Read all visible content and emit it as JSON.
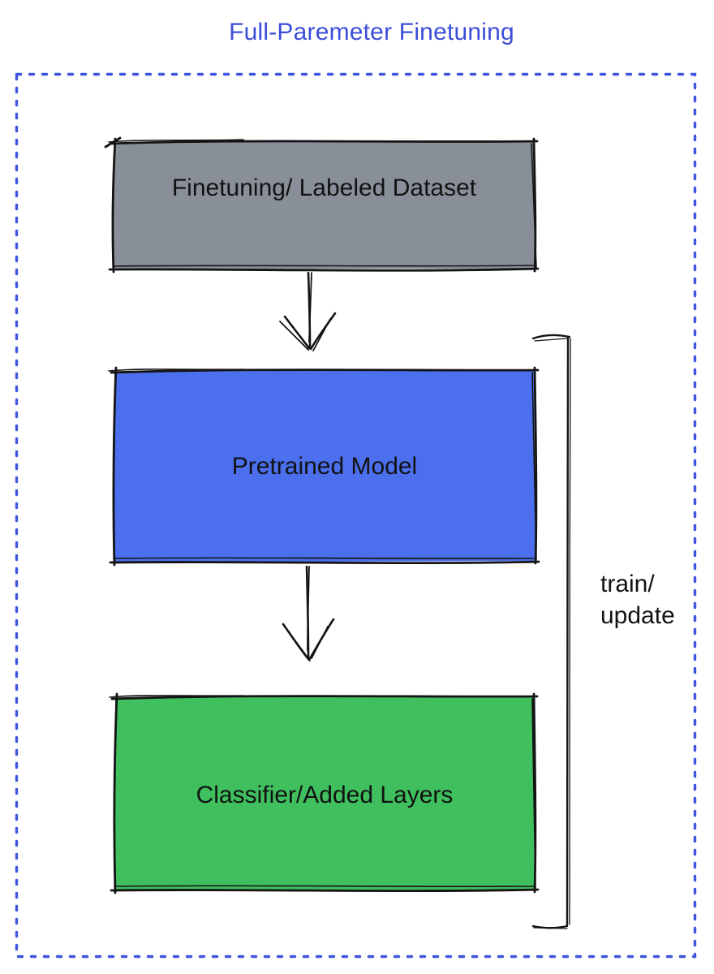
{
  "title": {
    "text": "Full-Paremeter Finetuning"
  },
  "colors": {
    "title_blue": "#3C4ED9",
    "dash_blue": "#3F55DF",
    "dataset_gray": "#898F99",
    "pretrained_blue": "#4B6FED",
    "classifier_green": "#3FBF5E",
    "ink_black": "#141414"
  },
  "nodes": {
    "dataset": {
      "label": "Finetuning/ Labeled Dataset"
    },
    "pretrained": {
      "label": "Pretrained Model"
    },
    "classifier": {
      "label": "Classifier/Added Layers"
    }
  },
  "edges": [
    {
      "from": "dataset",
      "to": "pretrained"
    },
    {
      "from": "pretrained",
      "to": "classifier"
    }
  ],
  "bracket": {
    "label_line1": "train/",
    "label_line2": "update",
    "spans": "pretrained+classifier"
  }
}
